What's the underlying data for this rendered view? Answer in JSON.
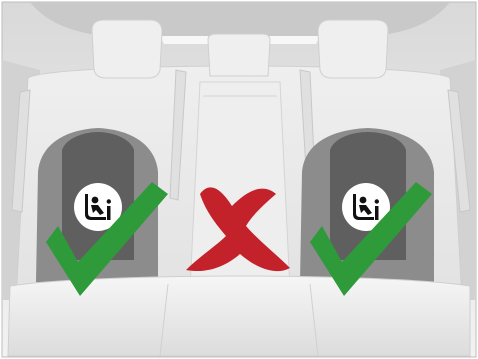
{
  "illustration": {
    "kind": "rear-seat-isofix-diagram",
    "seats": [
      {
        "position": "left",
        "isofix_icon": "child-seat-isofix-icon",
        "mark": "check-icon",
        "allowed": true
      },
      {
        "position": "center",
        "mark": "cross-icon",
        "allowed": false
      },
      {
        "position": "right",
        "isofix_icon": "child-seat-isofix-icon",
        "mark": "check-icon",
        "allowed": true
      }
    ]
  },
  "colors": {
    "check": "#2e9a3a",
    "cross": "#c4222b",
    "seat_highlight": "#8c8c8c",
    "seat_highlight_dark": "#5f5f5f",
    "upholstery": "#e9e9e9",
    "background": "#ffffff"
  }
}
